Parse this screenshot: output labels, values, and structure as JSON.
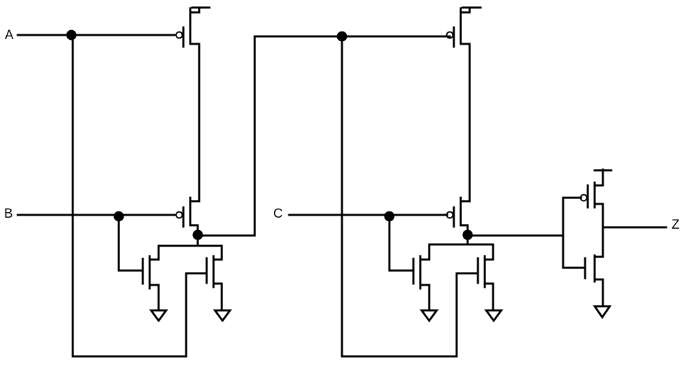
{
  "diagram": {
    "inputs": {
      "a": "A",
      "b": "B",
      "c": "C"
    },
    "output": "Z",
    "wire_color": "#000000",
    "background": "#ffffff"
  }
}
